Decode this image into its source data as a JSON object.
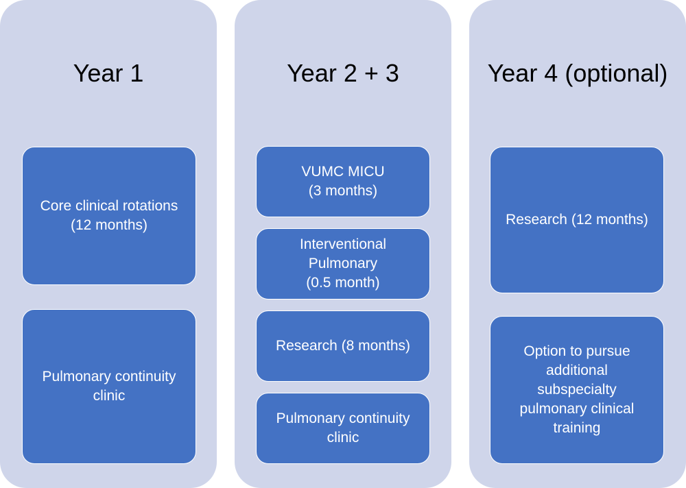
{
  "columns": [
    {
      "title": "Year 1",
      "boxes": [
        "Core clinical rotations\n(12 months)",
        "Pulmonary continuity\nclinic"
      ]
    },
    {
      "title": "Year 2 + 3",
      "boxes": [
        "VUMC MICU\n(3 months)",
        "Interventional\nPulmonary\n(0.5 month)",
        "Research (8 months)",
        "Pulmonary continuity\nclinic"
      ]
    },
    {
      "title": "Year 4 (optional)",
      "boxes": [
        "Research (12 months)",
        "Option to pursue\nadditional\nsubspecialty\npulmonary clinical\ntraining"
      ]
    }
  ],
  "colors": {
    "column_background": "#cfd5ea",
    "box_fill": "#4472c4",
    "box_border": "#ffffff",
    "box_text": "#ffffff",
    "title_text": "#000000"
  }
}
